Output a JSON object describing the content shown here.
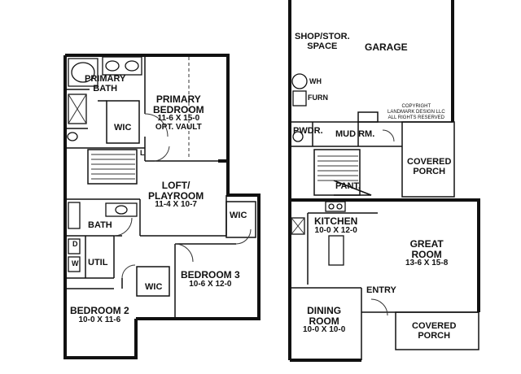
{
  "upper_floor": {
    "primary_bath": [
      "PRIMARY",
      "BATH"
    ],
    "primary_bedroom": [
      "PRIMARY",
      "BEDROOM",
      "11-6 X 15-0",
      "OPT. VAULT"
    ],
    "wic_primary": "WIC",
    "stair_label": "L",
    "loft": [
      "LOFT/",
      "PLAYROOM",
      "11-4 X 10-7"
    ],
    "bath": "BATH",
    "wic_bed3": "WIC",
    "util": "UTIL",
    "washer": "W",
    "dryer": "D",
    "bedroom3": [
      "BEDROOM 3",
      "10-6 X 12-0"
    ],
    "wic_bed2": "WIC",
    "bedroom2": [
      "BEDROOM 2",
      "10-0 X 11-6"
    ]
  },
  "main_floor": {
    "shop": [
      "SHOP/STOR.",
      "SPACE"
    ],
    "garage": "GARAGE",
    "wh": "WH",
    "furn": "FURN",
    "copyright": [
      "COPYRIGHT",
      "LANDMARK DESIGN LLC",
      "ALL RIGHTS RESERVED"
    ],
    "pwdr": "PWDR.",
    "mud_rm": "MUD RM.",
    "covered_porch_top": [
      "COVERED",
      "PORCH"
    ],
    "pant": "PANT.",
    "kitchen": [
      "KITCHEN",
      "10-0 X 12-0"
    ],
    "great_room": [
      "GREAT",
      "ROOM",
      "13-6 X 15-8"
    ],
    "entry": "ENTRY",
    "dining": [
      "DINING",
      "ROOM",
      "10-0 X 10-0"
    ],
    "covered_porch_bottom": [
      "COVERED",
      "PORCH"
    ]
  }
}
